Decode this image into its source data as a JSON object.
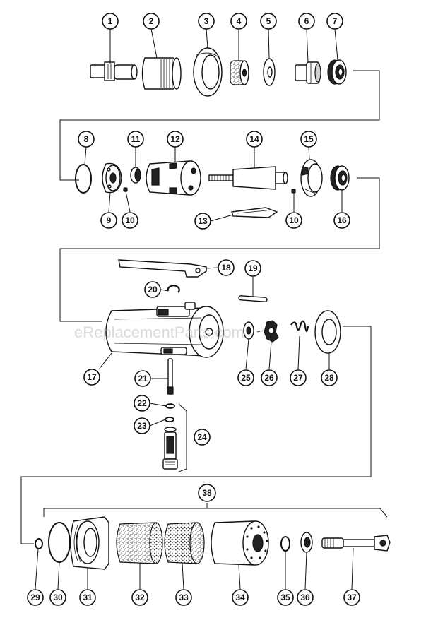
{
  "watermark": "eReplacementParts.com",
  "callouts": [
    "1",
    "2",
    "3",
    "4",
    "5",
    "6",
    "7",
    "8",
    "9",
    "10",
    "11",
    "12",
    "13",
    "14",
    "15",
    "16",
    "17",
    "18",
    "19",
    "20",
    "21",
    "22",
    "23",
    "24",
    "25",
    "26",
    "27",
    "28",
    "29",
    "30",
    "31",
    "32",
    "33",
    "34",
    "35",
    "36",
    "37",
    "38"
  ],
  "extra_callout": "10"
}
